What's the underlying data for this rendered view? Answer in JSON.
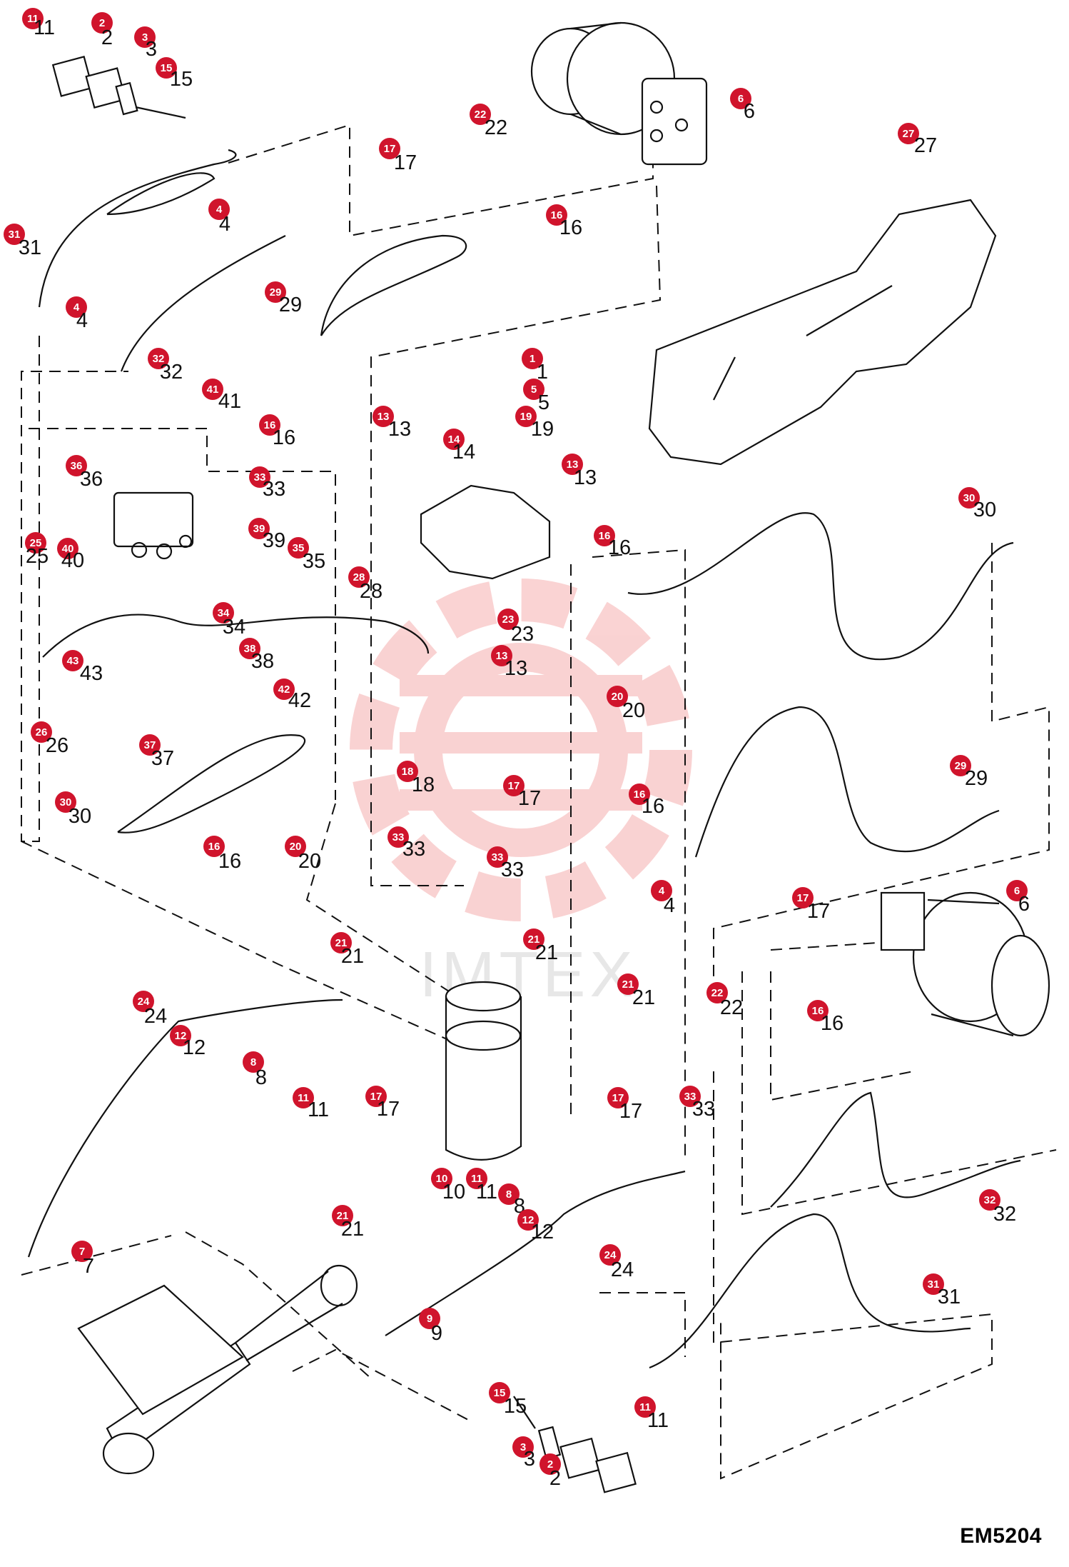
{
  "document_code": "EM5204",
  "watermark_text": "IMTEX",
  "colors": {
    "badge_fill": "#d0142c",
    "badge_text": "#ffffff",
    "line": "#111111",
    "watermark": "#f2a8a8"
  },
  "callouts": [
    {
      "id": "c11a",
      "num": "11",
      "badge": [
        46,
        26
      ],
      "text": [
        62,
        38
      ]
    },
    {
      "id": "c2a",
      "num": "2",
      "badge": [
        143,
        32
      ],
      "text": [
        150,
        52
      ]
    },
    {
      "id": "c3a",
      "num": "3",
      "badge": [
        203,
        52
      ],
      "text": [
        212,
        68
      ]
    },
    {
      "id": "c15a",
      "num": "15",
      "badge": [
        233,
        95
      ],
      "text": [
        254,
        110
      ]
    },
    {
      "id": "c6a",
      "num": "6",
      "badge": [
        1038,
        138
      ],
      "text": [
        1050,
        155
      ]
    },
    {
      "id": "c22a",
      "num": "22",
      "badge": [
        673,
        160
      ],
      "text": [
        695,
        178
      ]
    },
    {
      "id": "c27",
      "num": "27",
      "badge": [
        1273,
        187
      ],
      "text": [
        1297,
        203
      ]
    },
    {
      "id": "c17a",
      "num": "17",
      "badge": [
        546,
        208
      ],
      "text": [
        568,
        227
      ]
    },
    {
      "id": "c16a",
      "num": "16",
      "badge": [
        780,
        301
      ],
      "text": [
        800,
        318
      ]
    },
    {
      "id": "c4a",
      "num": "4",
      "badge": [
        307,
        293
      ],
      "text": [
        315,
        313
      ]
    },
    {
      "id": "c31a",
      "num": "31",
      "badge": [
        20,
        328
      ],
      "text": [
        42,
        346
      ]
    },
    {
      "id": "c29a",
      "num": "29",
      "badge": [
        386,
        409
      ],
      "text": [
        407,
        426
      ]
    },
    {
      "id": "c4b",
      "num": "4",
      "badge": [
        107,
        430
      ],
      "text": [
        115,
        448
      ]
    },
    {
      "id": "c32a",
      "num": "32",
      "badge": [
        222,
        502
      ],
      "text": [
        240,
        520
      ]
    },
    {
      "id": "c1",
      "num": "1",
      "badge": [
        746,
        502
      ],
      "text": [
        760,
        520
      ]
    },
    {
      "id": "c41",
      "num": "41",
      "badge": [
        298,
        545
      ],
      "text": [
        322,
        561
      ]
    },
    {
      "id": "c5",
      "num": "5",
      "badge": [
        748,
        545
      ],
      "text": [
        762,
        563
      ]
    },
    {
      "id": "c13a",
      "num": "13",
      "badge": [
        537,
        583
      ],
      "text": [
        560,
        600
      ]
    },
    {
      "id": "c19",
      "num": "19",
      "badge": [
        737,
        583
      ],
      "text": [
        760,
        600
      ]
    },
    {
      "id": "c16b",
      "num": "16",
      "badge": [
        378,
        595
      ],
      "text": [
        398,
        612
      ]
    },
    {
      "id": "c14",
      "num": "14",
      "badge": [
        636,
        615
      ],
      "text": [
        650,
        632
      ]
    },
    {
      "id": "c36",
      "num": "36",
      "badge": [
        107,
        652
      ],
      "text": [
        128,
        670
      ]
    },
    {
      "id": "c13b",
      "num": "13",
      "badge": [
        802,
        650
      ],
      "text": [
        820,
        668
      ]
    },
    {
      "id": "c33a",
      "num": "33",
      "badge": [
        364,
        668
      ],
      "text": [
        384,
        684
      ]
    },
    {
      "id": "c30a",
      "num": "30",
      "badge": [
        1358,
        697
      ],
      "text": [
        1380,
        713
      ]
    },
    {
      "id": "c16c",
      "num": "16",
      "badge": [
        847,
        750
      ],
      "text": [
        868,
        766
      ]
    },
    {
      "id": "c39",
      "num": "39",
      "badge": [
        363,
        740
      ],
      "text": [
        384,
        756
      ]
    },
    {
      "id": "c35",
      "num": "35",
      "badge": [
        418,
        767
      ],
      "text": [
        440,
        785
      ]
    },
    {
      "id": "c25",
      "num": "25",
      "badge": [
        50,
        760
      ],
      "text": [
        52,
        778
      ]
    },
    {
      "id": "c40",
      "num": "40",
      "badge": [
        95,
        768
      ],
      "text": [
        102,
        784
      ]
    },
    {
      "id": "c28",
      "num": "28",
      "badge": [
        503,
        808
      ],
      "text": [
        520,
        827
      ]
    },
    {
      "id": "c34",
      "num": "34",
      "badge": [
        313,
        858
      ],
      "text": [
        328,
        877
      ]
    },
    {
      "id": "c23",
      "num": "23",
      "badge": [
        712,
        867
      ],
      "text": [
        732,
        887
      ]
    },
    {
      "id": "c38",
      "num": "38",
      "badge": [
        350,
        908
      ],
      "text": [
        368,
        925
      ]
    },
    {
      "id": "c13c",
      "num": "13",
      "badge": [
        703,
        918
      ],
      "text": [
        723,
        935
      ]
    },
    {
      "id": "c43",
      "num": "43",
      "badge": [
        102,
        925
      ],
      "text": [
        128,
        942
      ]
    },
    {
      "id": "c42",
      "num": "42",
      "badge": [
        398,
        965
      ],
      "text": [
        420,
        980
      ]
    },
    {
      "id": "c20a",
      "num": "20",
      "badge": [
        865,
        975
      ],
      "text": [
        888,
        994
      ]
    },
    {
      "id": "c26",
      "num": "26",
      "badge": [
        58,
        1025
      ],
      "text": [
        80,
        1043
      ]
    },
    {
      "id": "c37",
      "num": "37",
      "badge": [
        210,
        1043
      ],
      "text": [
        228,
        1061
      ]
    },
    {
      "id": "c29b",
      "num": "29",
      "badge": [
        1346,
        1072
      ],
      "text": [
        1368,
        1089
      ]
    },
    {
      "id": "c18",
      "num": "18",
      "badge": [
        571,
        1080
      ],
      "text": [
        593,
        1098
      ]
    },
    {
      "id": "c17b",
      "num": "17",
      "badge": [
        720,
        1100
      ],
      "text": [
        742,
        1117
      ]
    },
    {
      "id": "c30b",
      "num": "30",
      "badge": [
        92,
        1123
      ],
      "text": [
        112,
        1142
      ]
    },
    {
      "id": "c16d",
      "num": "16",
      "badge": [
        896,
        1112
      ],
      "text": [
        915,
        1128
      ]
    },
    {
      "id": "c16e",
      "num": "16",
      "badge": [
        300,
        1185
      ],
      "text": [
        322,
        1205
      ]
    },
    {
      "id": "c20b",
      "num": "20",
      "badge": [
        414,
        1185
      ],
      "text": [
        434,
        1205
      ]
    },
    {
      "id": "c33b",
      "num": "33",
      "badge": [
        558,
        1172
      ],
      "text": [
        580,
        1188
      ]
    },
    {
      "id": "c33c",
      "num": "33",
      "badge": [
        697,
        1200
      ],
      "text": [
        718,
        1217
      ]
    },
    {
      "id": "c4c",
      "num": "4",
      "badge": [
        927,
        1247
      ],
      "text": [
        938,
        1267
      ]
    },
    {
      "id": "c6b",
      "num": "6",
      "badge": [
        1425,
        1247
      ],
      "text": [
        1435,
        1265
      ]
    },
    {
      "id": "c17c",
      "num": "17",
      "badge": [
        1125,
        1257
      ],
      "text": [
        1147,
        1275
      ]
    },
    {
      "id": "c21a",
      "num": "21",
      "badge": [
        478,
        1320
      ],
      "text": [
        494,
        1338
      ]
    },
    {
      "id": "c21b",
      "num": "21",
      "badge": [
        748,
        1315
      ],
      "text": [
        766,
        1333
      ]
    },
    {
      "id": "c22b",
      "num": "22",
      "badge": [
        1005,
        1390
      ],
      "text": [
        1025,
        1410
      ]
    },
    {
      "id": "c21c",
      "num": "21",
      "badge": [
        880,
        1378
      ],
      "text": [
        902,
        1396
      ]
    },
    {
      "id": "c24a",
      "num": "24",
      "badge": [
        201,
        1402
      ],
      "text": [
        218,
        1422
      ]
    },
    {
      "id": "c16f",
      "num": "16",
      "badge": [
        1146,
        1415
      ],
      "text": [
        1166,
        1432
      ]
    },
    {
      "id": "c12a",
      "num": "12",
      "badge": [
        253,
        1450
      ],
      "text": [
        272,
        1466
      ]
    },
    {
      "id": "c8a",
      "num": "8",
      "badge": [
        355,
        1487
      ],
      "text": [
        366,
        1508
      ]
    },
    {
      "id": "c11b",
      "num": "11",
      "badge": [
        425,
        1537
      ],
      "text": [
        446,
        1553
      ]
    },
    {
      "id": "c17d",
      "num": "17",
      "badge": [
        527,
        1535
      ],
      "text": [
        544,
        1552
      ]
    },
    {
      "id": "c33d",
      "num": "33",
      "badge": [
        967,
        1535
      ],
      "text": [
        986,
        1552
      ]
    },
    {
      "id": "c17e",
      "num": "17",
      "badge": [
        866,
        1537
      ],
      "text": [
        884,
        1555
      ]
    },
    {
      "id": "c10",
      "num": "10",
      "badge": [
        619,
        1650
      ],
      "text": [
        636,
        1668
      ]
    },
    {
      "id": "c11c",
      "num": "11",
      "badge": [
        668,
        1650
      ],
      "text": [
        682,
        1668
      ]
    },
    {
      "id": "c8b",
      "num": "8",
      "badge": [
        713,
        1672
      ],
      "text": [
        728,
        1688
      ]
    },
    {
      "id": "c12b",
      "num": "12",
      "badge": [
        740,
        1708
      ],
      "text": [
        760,
        1724
      ]
    },
    {
      "id": "c32b",
      "num": "32",
      "badge": [
        1387,
        1680
      ],
      "text": [
        1408,
        1699
      ]
    },
    {
      "id": "c21d",
      "num": "21",
      "badge": [
        480,
        1702
      ],
      "text": [
        494,
        1720
      ]
    },
    {
      "id": "c7",
      "num": "7",
      "badge": [
        115,
        1752
      ],
      "text": [
        124,
        1772
      ]
    },
    {
      "id": "c24b",
      "num": "24",
      "badge": [
        855,
        1757
      ],
      "text": [
        872,
        1777
      ]
    },
    {
      "id": "c31b",
      "num": "31",
      "badge": [
        1308,
        1798
      ],
      "text": [
        1330,
        1815
      ]
    },
    {
      "id": "c9",
      "num": "9",
      "badge": [
        602,
        1846
      ],
      "text": [
        612,
        1866
      ]
    },
    {
      "id": "c15b",
      "num": "15",
      "badge": [
        700,
        1950
      ],
      "text": [
        722,
        1968
      ]
    },
    {
      "id": "c11d",
      "num": "11",
      "badge": [
        904,
        1970
      ],
      "text": [
        922,
        1988
      ]
    },
    {
      "id": "c3b",
      "num": "3",
      "badge": [
        733,
        2026
      ],
      "text": [
        742,
        2042
      ]
    },
    {
      "id": "c2b",
      "num": "2",
      "badge": [
        771,
        2050
      ],
      "text": [
        778,
        2069
      ]
    }
  ]
}
